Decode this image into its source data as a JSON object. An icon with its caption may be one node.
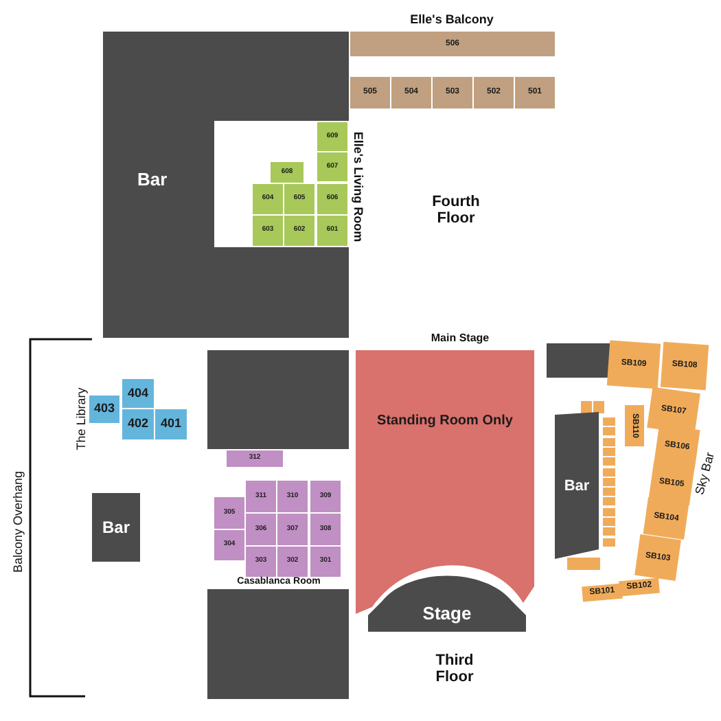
{
  "diagram": {
    "nodes": [
      {
        "text": [
          "Bar"
        ]
      },
      {
        "text": [
          "506"
        ]
      },
      {
        "text": [
          "505"
        ]
      },
      {
        "text": [
          "504"
        ]
      },
      {
        "text": [
          "503"
        ]
      },
      {
        "text": [
          "502"
        ]
      },
      {
        "text": [
          "501"
        ]
      },
      {
        "text": [
          "609"
        ]
      },
      {
        "text": [
          "608"
        ]
      },
      {
        "text": [
          "607"
        ]
      },
      {
        "text": [
          "604"
        ]
      },
      {
        "text": [
          "605"
        ]
      },
      {
        "text": [
          "606"
        ]
      },
      {
        "text": [
          "603"
        ]
      },
      {
        "text": [
          "602"
        ]
      },
      {
        "text": [
          "601"
        ]
      },
      {
        "text": [],
        "shape": "box"
      },
      {
        "text": [
          "404"
        ]
      },
      {
        "text": [
          "403"
        ]
      },
      {
        "text": [
          "402"
        ]
      },
      {
        "text": [
          "401"
        ]
      },
      {
        "text": [],
        "shape": "box"
      },
      {
        "text": [
          "Standing Room Only"
        ]
      },
      {
        "text": [
          "SB109"
        ]
      },
      {
        "text": [
          "SB108"
        ]
      },
      {
        "text": [],
        "shape": "box"
      },
      {
        "text": [],
        "shape": "box"
      },
      {
        "text": [
          "SB110"
        ]
      },
      {
        "text": [
          "SB107"
        ]
      },
      {
        "text": [],
        "shape": "box"
      },
      {
        "text": [],
        "shape": "box"
      },
      {
        "text": [],
        "shape": "box"
      },
      {
        "text": [],
        "shape": "box"
      },
      {
        "text": [],
        "shape": "box"
      },
      {
        "text": [],
        "shape": "box"
      },
      {
        "text": [],
        "shape": "box"
      },
      {
        "text": [],
        "shape": "box"
      },
      {
        "text": [],
        "shape": "box"
      },
      {
        "text": [],
        "shape": "box"
      },
      {
        "text": [],
        "shape": "box"
      },
      {
        "text": [],
        "shape": "box"
      },
      {
        "text": [],
        "shape": "box"
      },
      {
        "text": [
          "Bar"
        ]
      },
      {
        "text": [
          "SB106"
        ]
      },
      {
        "text": [
          "SB105"
        ]
      },
      {
        "text": [
          "SB104"
        ]
      },
      {
        "text": [
          "SB103"
        ]
      },
      {
        "text": [],
        "shape": "box"
      },
      {
        "text": [],
        "shape": "box"
      },
      {
        "text": [],
        "shape": "box"
      },
      {
        "text": [
          "SB101"
        ]
      },
      {
        "text": [
          "SB102"
        ]
      },
      {
        "text": [
          "Bar"
        ]
      },
      {
        "text": [
          "312"
        ]
      },
      {
        "text": [
          "311"
        ]
      },
      {
        "text": [
          "310"
        ]
      },
      {
        "text": [
          "309"
        ]
      },
      {
        "text": [
          "305"
        ]
      },
      {
        "text": [
          "306"
        ]
      },
      {
        "text": [
          "307"
        ]
      },
      {
        "text": [
          "308"
        ]
      },
      {
        "text": [
          "304"
        ]
      },
      {
        "text": [
          "303"
        ]
      },
      {
        "text": [
          "302"
        ]
      },
      {
        "text": [
          "301"
        ]
      },
      {
        "text": [
          "Stage"
        ]
      },
      {
        "text": [],
        "shape": "box"
      }
    ],
    "labels": [
      "Elle's Balcony",
      "Elle's Living Room",
      "Fourth Floor",
      "Main Stage",
      "The Library",
      "Balcony Overhang",
      "Sky Bar",
      "Casablanca Room",
      "Third Floor"
    ]
  }
}
